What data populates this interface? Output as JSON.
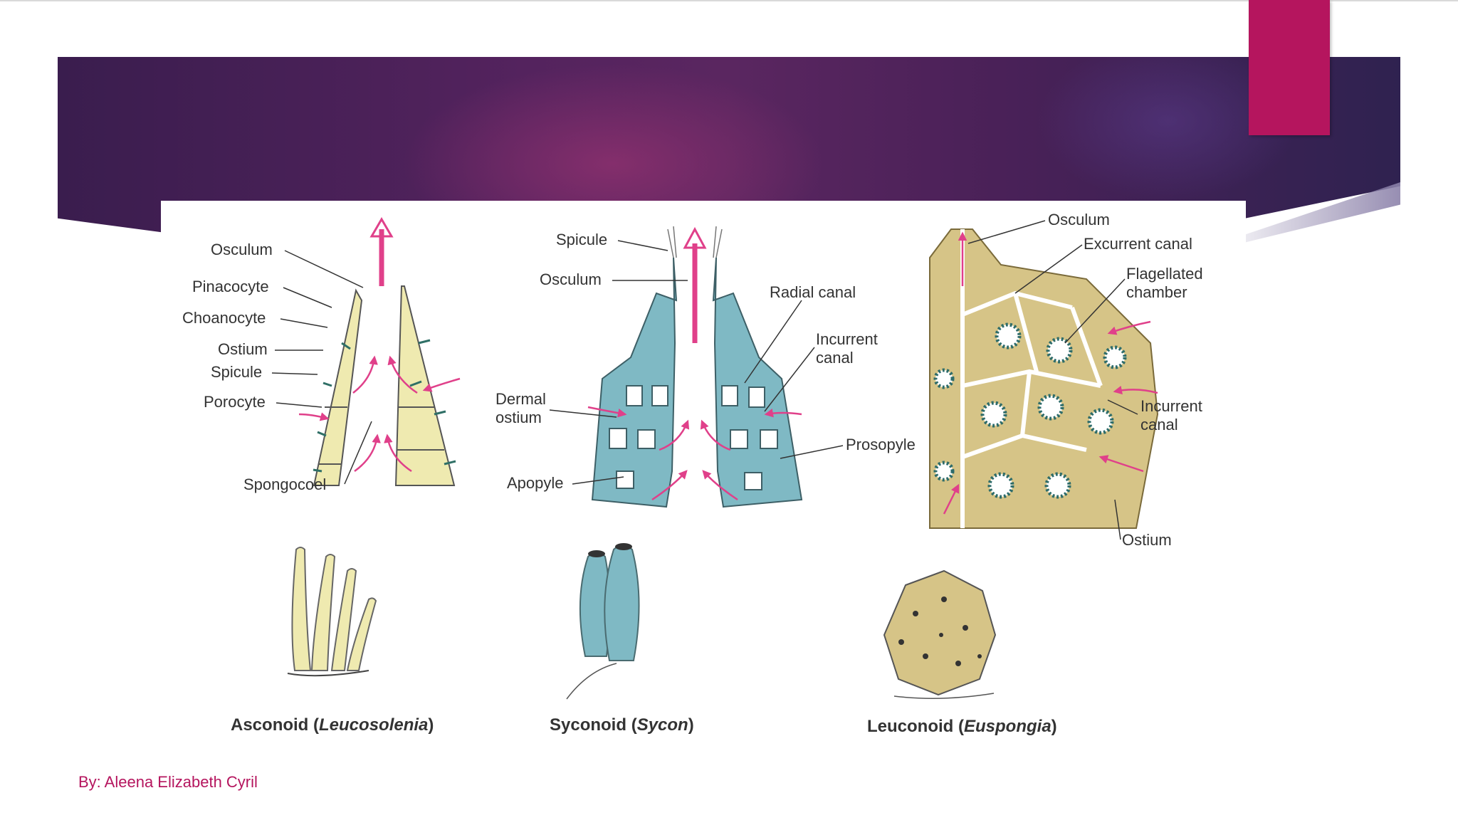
{
  "slide": {
    "footer_credit": "By: Aleena Elizabeth Cyril",
    "colors": {
      "banner_dark": "#3a1d4e",
      "banner_mid": "#5a2660",
      "accent": "#b5155e",
      "flow_arrow": "#e0408a",
      "ascon_fill": "#efeab0",
      "sycon_fill": "#7fb9c4",
      "leucon_fill": "#d6c487",
      "ink": "#333333"
    }
  },
  "diagram": {
    "asconoid_labels": {
      "osculum": "Osculum",
      "pinacocyte": "Pinacocyte",
      "choanocyte": "Choanocyte",
      "ostium": "Ostium",
      "spicule": "Spicule",
      "porocyte": "Porocyte",
      "spongocoel": "Spongocoel"
    },
    "syconoid_labels": {
      "spicule": "Spicule",
      "osculum": "Osculum",
      "radial_canal": "Radial canal",
      "incurrent_canal_1": "Incurrent",
      "incurrent_canal_2": "canal",
      "dermal_ostium_1": "Dermal",
      "dermal_ostium_2": "ostium",
      "apopyle": "Apopyle",
      "prosopyle": "Prosopyle"
    },
    "leuconoid_labels": {
      "osculum": "Osculum",
      "excurrent_canal": "Excurrent canal",
      "flagellated_chamber_1": "Flagellated",
      "flagellated_chamber_2": "chamber",
      "incurrent_canal_1": "Incurrent",
      "incurrent_canal_2": "canal",
      "ostium": "Ostium"
    },
    "captions": {
      "asconoid_type": "Asconoid",
      "asconoid_genus": "Leucosolenia",
      "syconoid_type": "Syconoid",
      "syconoid_genus": "Sycon",
      "leuconoid_type": "Leuconoid",
      "leuconoid_genus": "Euspongia",
      "paren_open": "(",
      "paren_close": ")"
    }
  }
}
